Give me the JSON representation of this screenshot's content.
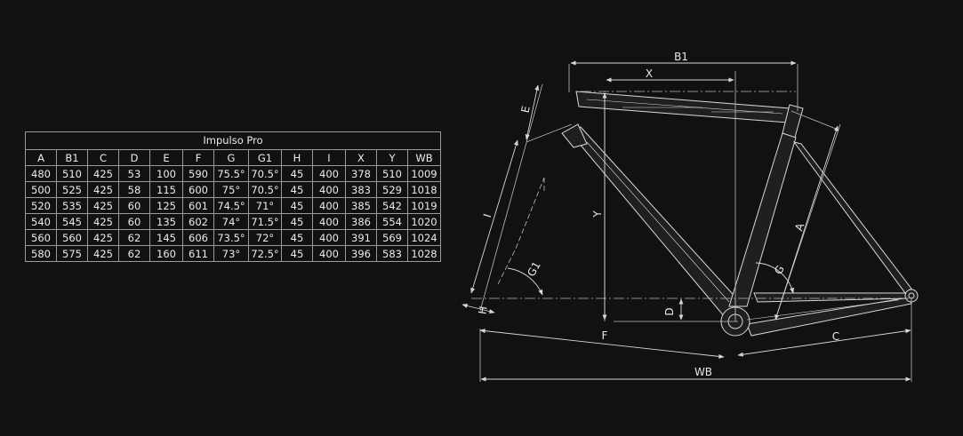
{
  "table": {
    "title": "Impulso Pro",
    "headers": [
      "A",
      "B1",
      "C",
      "D",
      "E",
      "F",
      "G",
      "G1",
      "H",
      "I",
      "X",
      "Y",
      "WB"
    ],
    "rows": [
      [
        "480",
        "510",
        "425",
        "53",
        "100",
        "590",
        "75.5°",
        "70.5°",
        "45",
        "400",
        "378",
        "510",
        "1009"
      ],
      [
        "500",
        "525",
        "425",
        "58",
        "115",
        "600",
        "75°",
        "70.5°",
        "45",
        "400",
        "383",
        "529",
        "1018"
      ],
      [
        "520",
        "535",
        "425",
        "60",
        "125",
        "601",
        "74.5°",
        "71°",
        "45",
        "400",
        "385",
        "542",
        "1019"
      ],
      [
        "540",
        "545",
        "425",
        "60",
        "135",
        "602",
        "74°",
        "71.5°",
        "45",
        "400",
        "386",
        "554",
        "1020"
      ],
      [
        "560",
        "560",
        "425",
        "62",
        "145",
        "606",
        "73.5°",
        "72°",
        "45",
        "400",
        "391",
        "569",
        "1024"
      ],
      [
        "580",
        "575",
        "425",
        "62",
        "160",
        "611",
        "73°",
        "72.5°",
        "45",
        "400",
        "396",
        "583",
        "1028"
      ]
    ]
  },
  "diagram": {
    "labels": {
      "b1": "B1",
      "x": "X",
      "e": "E",
      "i": "I",
      "y": "Y",
      "a": "A",
      "g1": "G1",
      "g": "G",
      "h": "H",
      "d": "D",
      "f": "F",
      "c": "C",
      "wb": "WB"
    }
  },
  "colors": {
    "background": "#111111",
    "line": "#d8d8d8",
    "frame_fill": "#1f1f1f"
  }
}
